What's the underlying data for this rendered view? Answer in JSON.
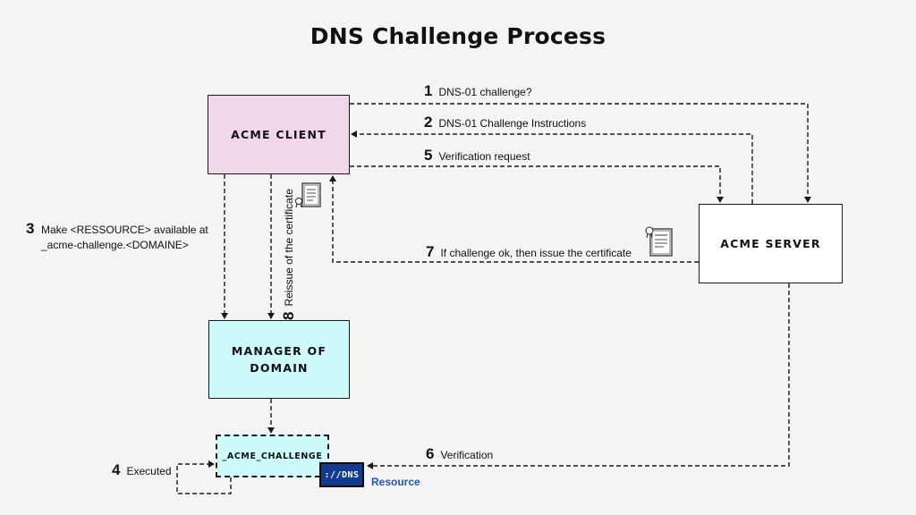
{
  "title": "DNS Challenge Process",
  "nodes": {
    "client": "ACME CLIENT",
    "server": "ACME SERVER",
    "manager": "MANAGER OF DOMAIN",
    "challenge": "_ACME_CHALLENGE",
    "dns_badge": "://DNS",
    "resource": "Resource"
  },
  "steps": [
    {
      "num": "1",
      "text": "DNS-01 challenge?"
    },
    {
      "num": "2",
      "text": "DNS-01 Challenge Instructions"
    },
    {
      "num": "3",
      "text": "Make <RESSOURCE> available at",
      "text2": "_acme-challenge.<DOMAINE>"
    },
    {
      "num": "4",
      "text": "Executed"
    },
    {
      "num": "5",
      "text": "Verification request"
    },
    {
      "num": "6",
      "text": "Verification"
    },
    {
      "num": "7",
      "text": "If challenge ok, then issue the certificate"
    },
    {
      "num": "8",
      "text": "Reissue of the certificate"
    }
  ],
  "icons": {
    "certificate": "certificate-icon",
    "dns": "dns-badge-icon"
  }
}
